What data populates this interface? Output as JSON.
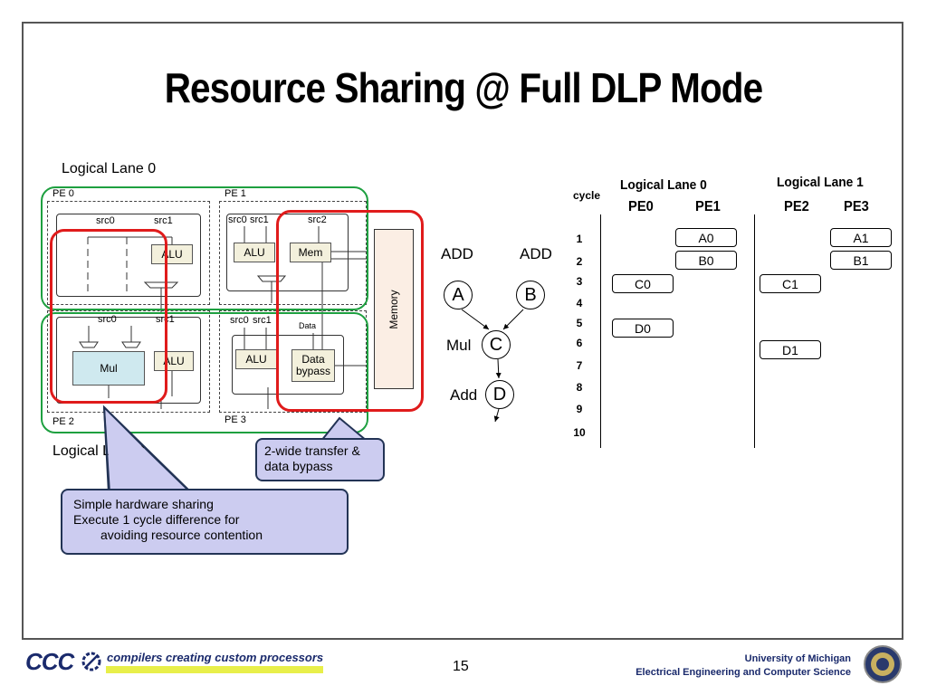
{
  "slide": {
    "title": "Resource Sharing @ Full DLP Mode",
    "page_number": "15"
  },
  "diagram": {
    "logical_lane0_label": "Logical Lane 0",
    "logical_lane1_label": "Logical Lane 1",
    "pe0": {
      "label": "PE 0",
      "src0": "src0",
      "src1": "src1",
      "alu": "ALU"
    },
    "pe1": {
      "label": "PE 1",
      "src0": "src0",
      "src1": "src1",
      "src2": "src2",
      "alu": "ALU",
      "mem": "Mem"
    },
    "pe2": {
      "label": "PE 2",
      "src0": "src0",
      "src1": "src1",
      "mul": "Mul",
      "alu": "ALU"
    },
    "pe3": {
      "label": "PE 3",
      "src0": "src0",
      "src1": "src1",
      "data": "Data",
      "alu": "ALU",
      "bypass": "Data bypass"
    },
    "memory_label": "Memory",
    "callout_transfer": "2-wide transfer & data bypass",
    "callout_sharing": {
      "line1": "Simple hardware sharing",
      "line2": "Execute 1 cycle difference for",
      "line3": "avoiding resource contention"
    }
  },
  "dataflow": {
    "add_left": "ADD",
    "add_right": "ADD",
    "node_a": "A",
    "node_b": "B",
    "node_c": "C",
    "node_d": "D",
    "mul_label": "Mul",
    "add_label": "Add"
  },
  "schedule": {
    "cycle_label": "cycle",
    "lane0": "Logical Lane 0",
    "lane1": "Logical Lane 1",
    "pe0": "PE0",
    "pe1": "PE1",
    "pe2": "PE2",
    "pe3": "PE3",
    "cycles": [
      "1",
      "2",
      "3",
      "4",
      "5",
      "6",
      "7",
      "8",
      "9",
      "10"
    ],
    "ops": {
      "a0": "A0",
      "b0": "B0",
      "c0": "C0",
      "d0": "D0",
      "a1": "A1",
      "b1": "B1",
      "c1": "C1",
      "d1": "D1"
    }
  },
  "footer": {
    "logo_text": "CCC",
    "tagline": "compilers creating custom processors",
    "university": "University of Michigan",
    "department": "Electrical Engineering and Computer Science",
    "colors": {
      "tagline_bar": "#e8ef4a",
      "logo": "#1a2a6c"
    }
  }
}
